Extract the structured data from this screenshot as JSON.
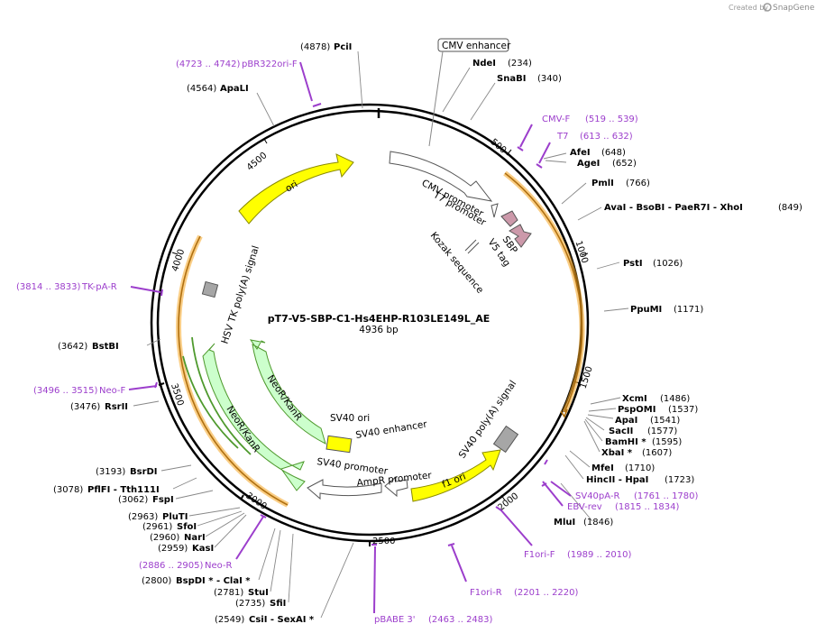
{
  "credit": {
    "prefix": "Created by",
    "brand": "SnapGene"
  },
  "plasmid": {
    "name": "pT7-V5-SBP-C1-Hs4EHP-R103LE149L_AE",
    "length": "4936 bp"
  },
  "cut_sites": [
    {
      "name": "PciI",
      "pos": "(4878)"
    },
    {
      "name": "ApaLI",
      "pos": "(4564)"
    },
    {
      "name": "NdeI",
      "pos": "(234)"
    },
    {
      "name": "SnaBI",
      "pos": "(340)"
    },
    {
      "name": "AfeI",
      "pos": "(648)"
    },
    {
      "name": "AgeI",
      "pos": "(652)"
    },
    {
      "name": "PmlI",
      "pos": "(766)"
    },
    {
      "name": "AvaI  -  BsoBI  -  PaeR7I  -  XhoI",
      "pos": "(849)"
    },
    {
      "name": "PstI",
      "pos": "(1026)"
    },
    {
      "name": "PpuMI",
      "pos": "(1171)"
    },
    {
      "name": "XcmI",
      "pos": "(1486)"
    },
    {
      "name": "PspOMI",
      "pos": "(1537)"
    },
    {
      "name": "ApaI",
      "pos": "(1541)"
    },
    {
      "name": "SacII",
      "pos": "(1577)"
    },
    {
      "name": "BamHI  *",
      "pos": "(1595)"
    },
    {
      "name": "XbaI  *",
      "pos": "(1607)"
    },
    {
      "name": "MfeI",
      "pos": "(1710)"
    },
    {
      "name": "HincII  -  HpaI",
      "pos": "(1723)"
    },
    {
      "name": "MluI",
      "pos": "(1846)"
    },
    {
      "name": "BstBI",
      "pos": "(3642)"
    },
    {
      "name": "RsrII",
      "pos": "(3476)"
    },
    {
      "name": "BsrDI",
      "pos": "(3193)"
    },
    {
      "name": "PflFI  -  Tth111I",
      "pos": "(3078)"
    },
    {
      "name": "FspI",
      "pos": "(3062)"
    },
    {
      "name": "PluTI",
      "pos": "(2963)"
    },
    {
      "name": "SfoI",
      "pos": "(2961)"
    },
    {
      "name": "NarI",
      "pos": "(2960)"
    },
    {
      "name": "KasI",
      "pos": "(2959)"
    },
    {
      "name": "BspDI  *  -  ClaI  *",
      "pos": "(2800)"
    },
    {
      "name": "StuI",
      "pos": "(2781)"
    },
    {
      "name": "SfiI",
      "pos": "(2735)"
    },
    {
      "name": "CsiI  -  SexAI  *",
      "pos": "(2549)"
    }
  ],
  "primers": [
    {
      "name": "pBR322ori-F",
      "range": "(4723 .. 4742)"
    },
    {
      "name": "CMV-F",
      "range": "(519 .. 539)"
    },
    {
      "name": "T7",
      "range": "(613 .. 632)"
    },
    {
      "name": "TK-pA-R",
      "range": "(3814 .. 3833)"
    },
    {
      "name": "Neo-F",
      "range": "(3496 .. 3515)"
    },
    {
      "name": "SV40pA-R",
      "range": "(1761 .. 1780)"
    },
    {
      "name": "EBV-rev",
      "range": "(1815 .. 1834)"
    },
    {
      "name": "F1ori-F",
      "range": "(1989 .. 2010)"
    },
    {
      "name": "F1ori-R",
      "range": "(2201 .. 2220)"
    },
    {
      "name": "Neo-R",
      "range": "(2886 .. 2905)"
    },
    {
      "name": "pBABE 3'",
      "range": "(2463 .. 2483)"
    }
  ],
  "features": {
    "cmv_enhancer": "CMV enhancer",
    "cmv_promoter": "CMV promoter",
    "t7_promoter": "T7 promoter",
    "kozak": "Kozak sequence",
    "v5_tag": "V5 tag",
    "sbp": "SBP",
    "ori": "ori",
    "hsv_tk": "HSV TK poly(A) signal",
    "neo1": "NeoR/KanR",
    "neo2": "NeoR/KanR",
    "sv40_ori": "SV40 ori",
    "sv40_enh": "SV40 enhancer",
    "sv40_prom": "SV40 promoter",
    "ampr_prom": "AmpR promoter",
    "f1_ori": "f1 ori",
    "sv40_polya": "SV40 poly(A) signal"
  },
  "ticks": [
    "500",
    "1000",
    "1500",
    "2000",
    "2500",
    "3000",
    "3500",
    "4000",
    "4500"
  ],
  "colors": {
    "primer": "#9c3ecc",
    "ori": "#ffff00",
    "neo": "#ccffcc",
    "orf": "#f5a623",
    "sbp": "#cc99aa",
    "polya": "#a6a6a6"
  }
}
